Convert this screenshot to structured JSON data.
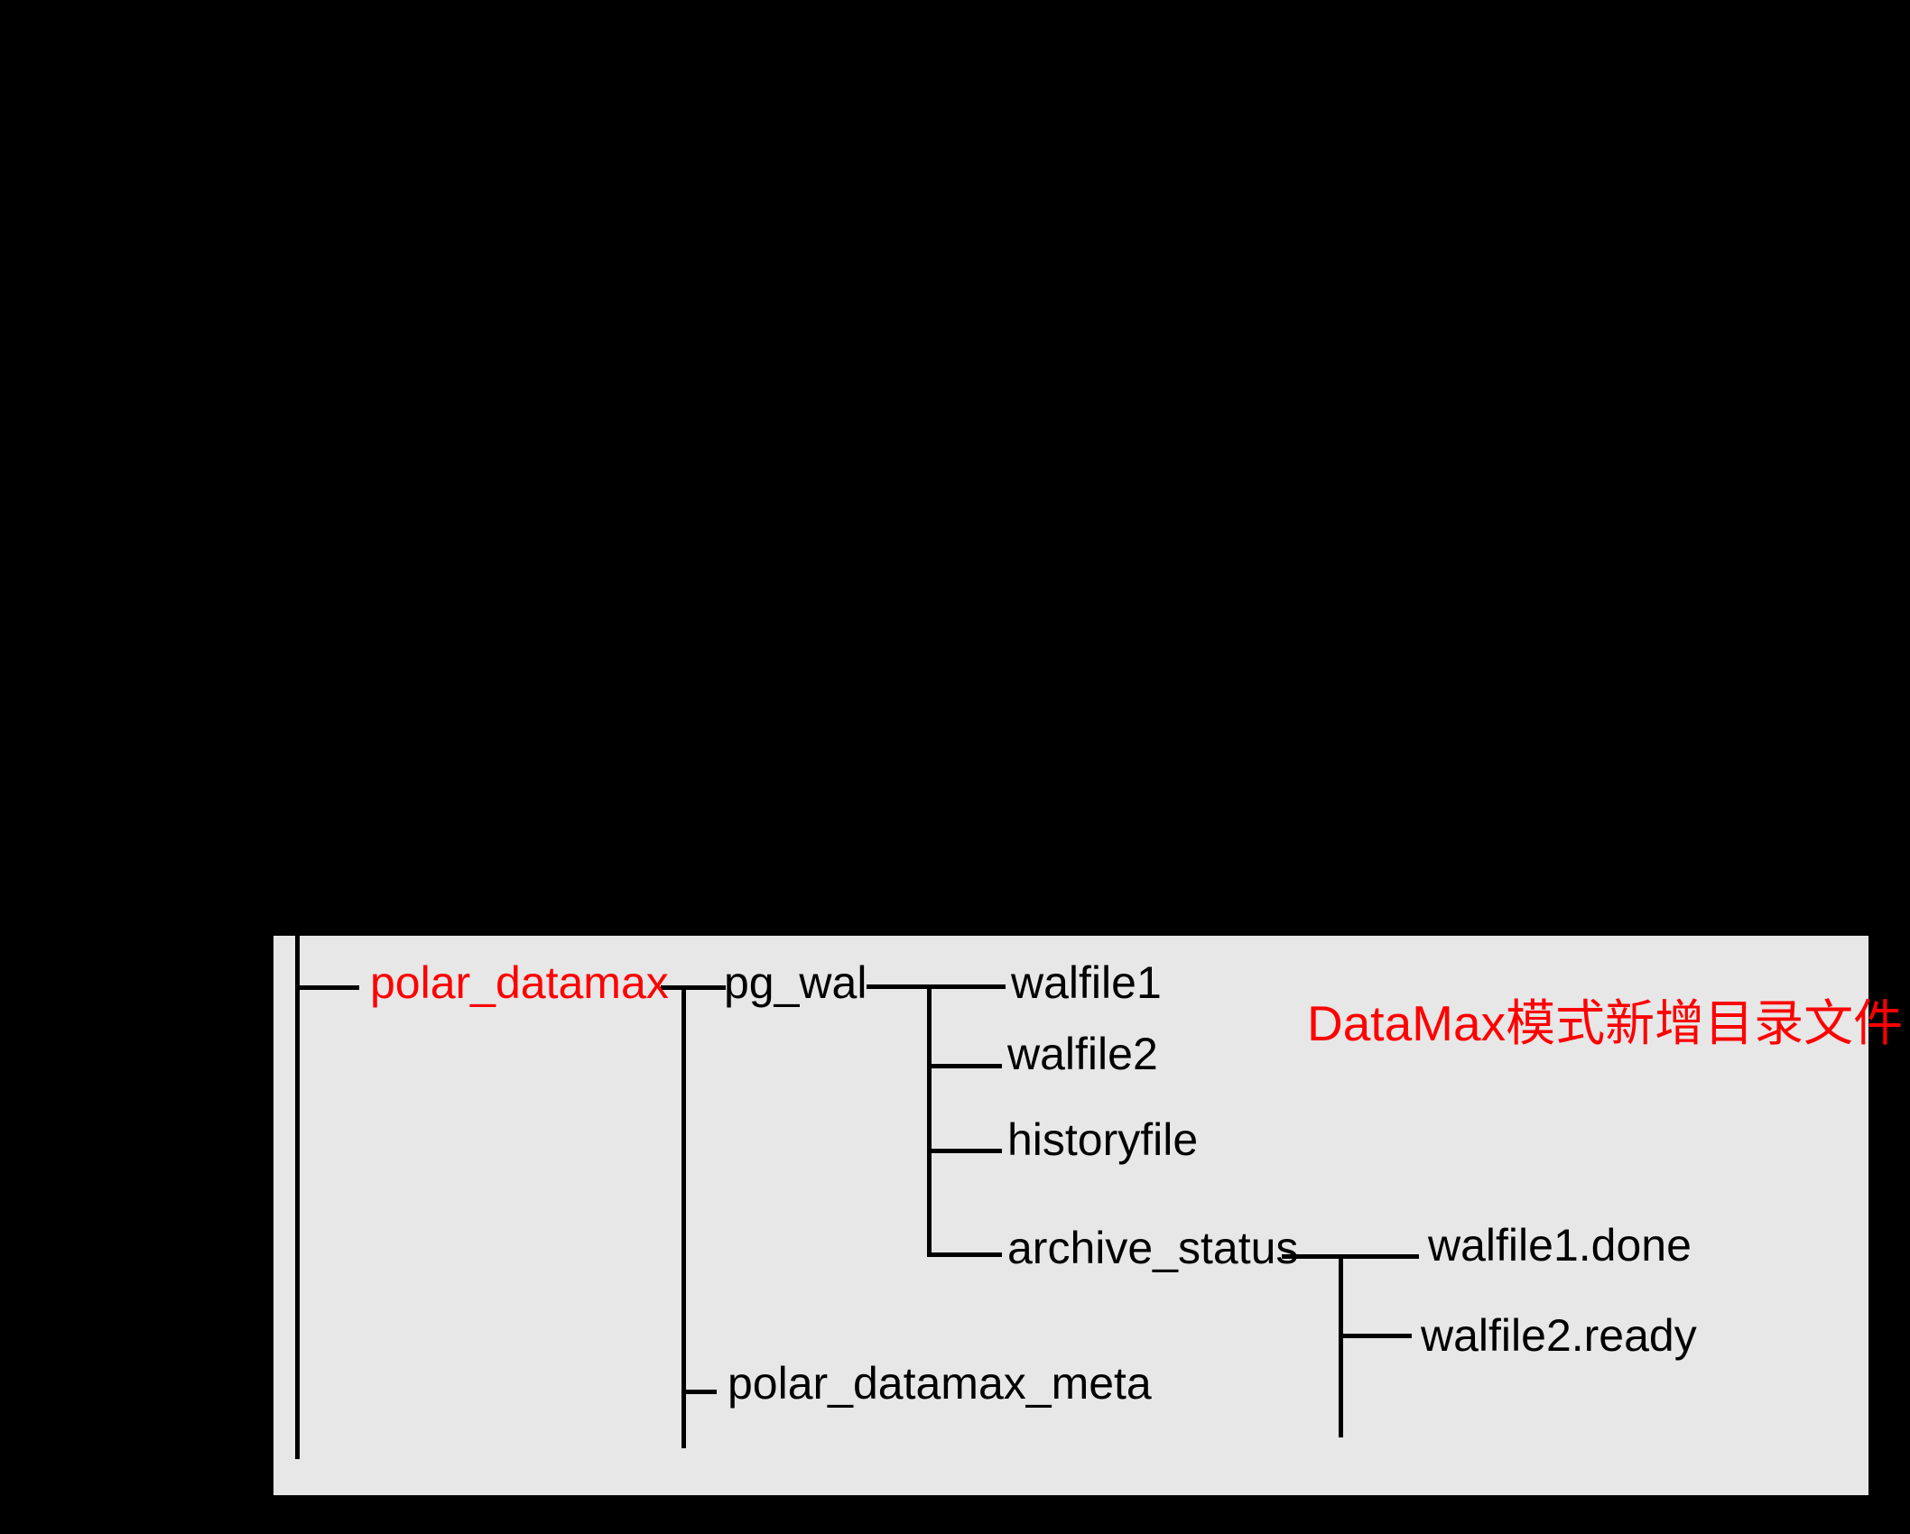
{
  "colors": {
    "background": "#000000",
    "panel": "#e7e7e7",
    "line": "#000000",
    "text": "#000000",
    "highlight": "#ff0000"
  },
  "annotation": {
    "label": "DataMax模式新增目录文件"
  },
  "tree": {
    "root": {
      "label": "polar_datamax",
      "highlighted": true
    },
    "nodes": {
      "pg_wal": "pg_wal",
      "walfile1": "walfile1",
      "walfile2": "walfile2",
      "historyfile": "historyfile",
      "archive_status": "archive_status",
      "walfile1_done": "walfile1.done",
      "walfile2_ready": "walfile2.ready",
      "polar_datamax_meta": "polar_datamax_meta"
    }
  }
}
